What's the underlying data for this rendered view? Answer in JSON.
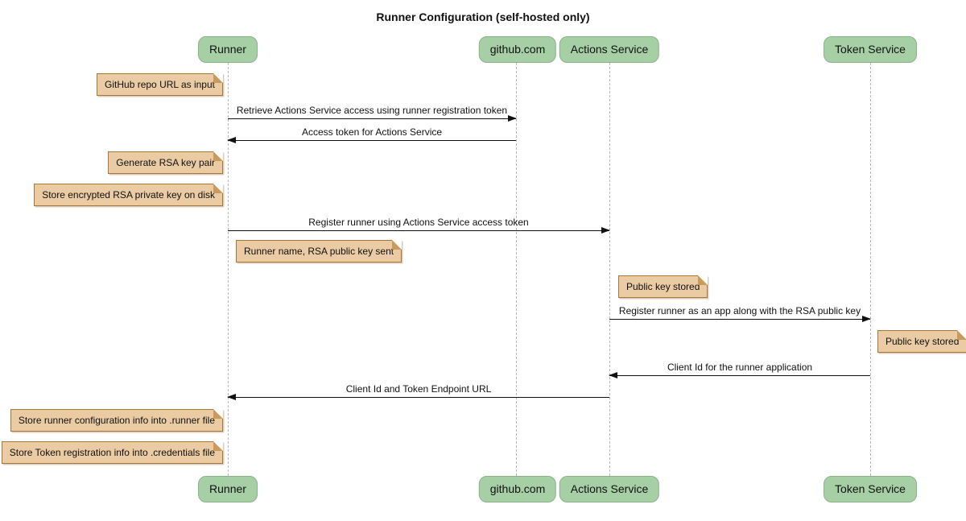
{
  "title": "Runner Configuration (self-hosted only)",
  "participants": [
    {
      "id": "runner",
      "name": "Runner"
    },
    {
      "id": "github",
      "name": "github.com"
    },
    {
      "id": "actions-service",
      "name": "Actions Service"
    },
    {
      "id": "token-service",
      "name": "Token Service"
    }
  ],
  "messages": [
    {
      "from": "Runner",
      "to": "github.com",
      "direction": "right",
      "label": "Retrieve Actions Service access using runner registration token"
    },
    {
      "from": "github.com",
      "to": "Runner",
      "direction": "left",
      "label": "Access token for Actions Service"
    },
    {
      "from": "Runner",
      "to": "Actions Service",
      "direction": "right",
      "label": "Register runner using Actions Service access token"
    },
    {
      "from": "Actions Service",
      "to": "Token Service",
      "direction": "right",
      "label": "Register runner as an app along with the RSA public key"
    },
    {
      "from": "Token Service",
      "to": "Actions Service",
      "direction": "left",
      "label": "Client Id for the runner application"
    },
    {
      "from": "Actions Service",
      "to": "Runner",
      "direction": "left",
      "label": "Client Id and Token Endpoint URL"
    }
  ],
  "notes": [
    {
      "anchor": "Runner",
      "side": "left",
      "text": "GitHub repo URL as input"
    },
    {
      "anchor": "Runner",
      "side": "left",
      "text": "Generate RSA key pair"
    },
    {
      "anchor": "Runner",
      "side": "left",
      "text": "Store encrypted RSA private key on disk"
    },
    {
      "anchor": "Runner",
      "side": "right",
      "text": "Runner name, RSA public key sent"
    },
    {
      "anchor": "Actions Service",
      "side": "right",
      "text": "Public key stored"
    },
    {
      "anchor": "Token Service",
      "side": "right",
      "text": "Public key stored"
    },
    {
      "anchor": "Runner",
      "side": "left",
      "text": "Store runner configuration info into .runner file"
    },
    {
      "anchor": "Runner",
      "side": "left",
      "text": "Store Token registration info into .credentials file"
    }
  ],
  "colors": {
    "background": "#ffffff",
    "participant_fill": "#a6cfa6",
    "participant_border": "#87b387",
    "note_fill": "#eacba3",
    "note_border": "#a5773b",
    "lifeline": "#b5b5b5",
    "arrow": "#111111",
    "text": "#111111"
  }
}
